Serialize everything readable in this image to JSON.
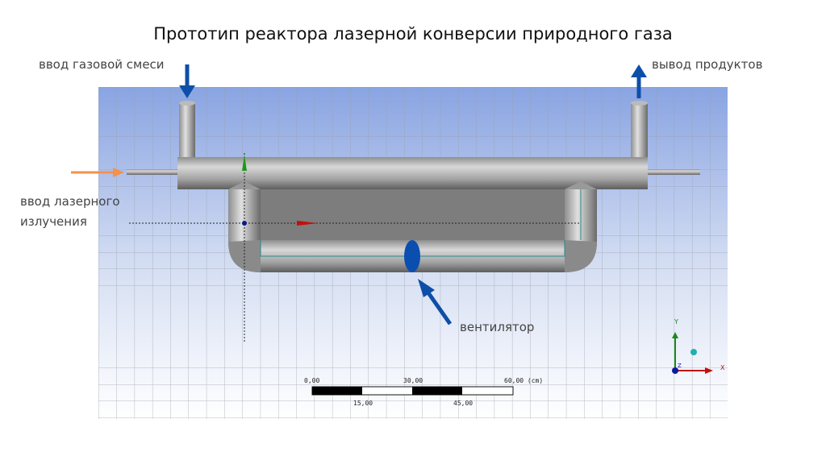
{
  "title": "Прототип реактора лазерной конверсии природного газа",
  "labels": {
    "gas_inlet": "ввод газовой смеси",
    "product_outlet": "вывод продуктов",
    "laser_input_line1": "ввод лазерного",
    "laser_input_line2": "излучения",
    "fan": "вентилятор"
  },
  "scale_bar": {
    "top_ticks": [
      "0,00",
      "30,00",
      "60,00 (cm)"
    ],
    "bottom_ticks": [
      "15,00",
      "45,00"
    ]
  },
  "triad": {
    "x": "X",
    "y": "Y",
    "z": "Z"
  },
  "colors": {
    "arrow_blue": "#0d4fa8",
    "arrow_orange": "#f4914a",
    "fan": "#0a4fb0",
    "pipe": "#a9a9a9"
  }
}
